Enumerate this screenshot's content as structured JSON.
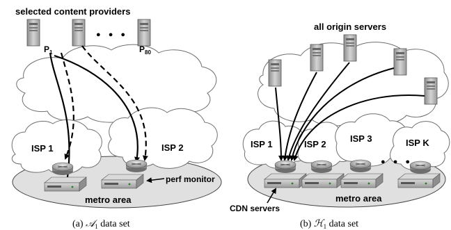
{
  "panel_a": {
    "title": "selected content providers",
    "p_first": "P",
    "p_first_sub": "1",
    "p_last": "P",
    "p_last_sub": "80",
    "ellipsis": "● ● ●",
    "isp_1": "ISP 1",
    "isp_2": "ISP 2",
    "perf_monitor": "perf monitor",
    "metro": "metro area",
    "caption_prefix": "(a)",
    "caption_math": "𝒜",
    "caption_sub": "1",
    "caption_suffix": "data set"
  },
  "panel_b": {
    "title": "all origin servers",
    "isp_1": "ISP 1",
    "isp_2": "ISP 2",
    "isp_3": "ISP 3",
    "isp_k": "ISP K",
    "ellipsis": "● ● ●",
    "metro": "metro area",
    "cdn_servers": "CDN servers",
    "caption_prefix": "(b)",
    "caption_math": "ℋ",
    "caption_sub": "1",
    "caption_suffix": "data set"
  },
  "colors": {
    "cloud_fill": "#ffffff",
    "cloud_stroke": "#6f6f6f",
    "metro_fill": "#e0e0e0",
    "server_body": "#bcbcbc",
    "router": "#9a9a9a",
    "arrow": "#000000"
  }
}
